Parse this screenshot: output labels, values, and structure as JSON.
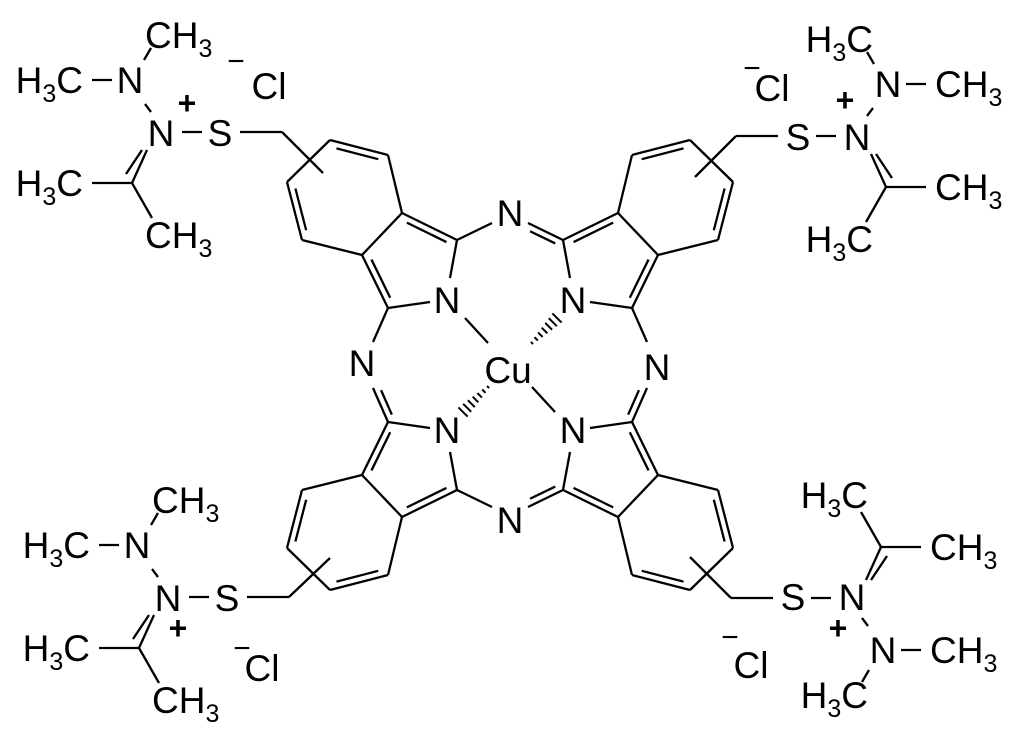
{
  "structure": {
    "metal": "Cu",
    "nitrogen": "N",
    "sulfur": "S",
    "chloride": "Cl",
    "plus_charge": "+",
    "minus_charge": "−",
    "methyl": {
      "carbon": "C",
      "hydrogen": "H",
      "count": "3"
    }
  },
  "colors": {
    "ink": "#000000",
    "background": "#ffffff"
  }
}
